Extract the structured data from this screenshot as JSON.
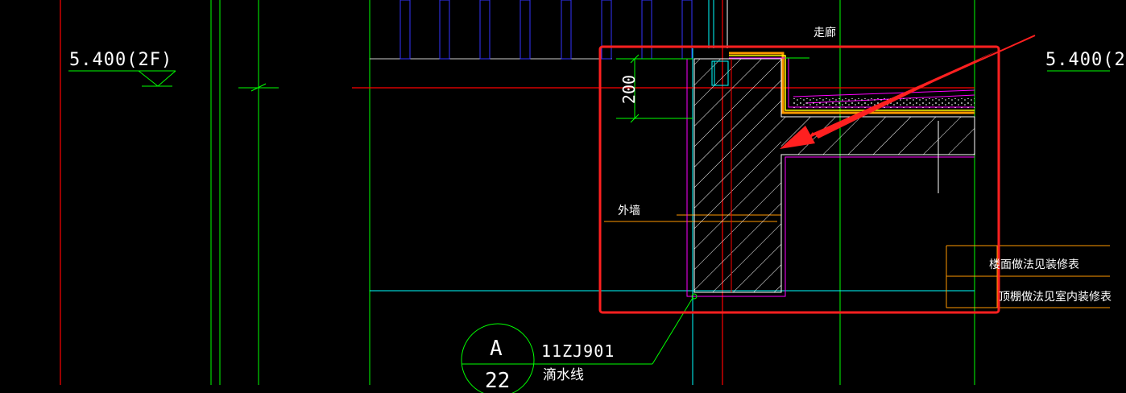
{
  "elevation_left": "5.400(2F)",
  "elevation_right": "5.400(2",
  "label_corridor": "走廊",
  "label_exterior_wall": "外墙",
  "dimension_200": "200",
  "note_floor": "楼面做法见装修表",
  "note_ceiling": "顶棚做法见室内装修表",
  "detail_letter": "A",
  "detail_sheet": "22",
  "detail_atlas": "11ZJ901",
  "detail_label": "滴水线",
  "colors": {
    "background": "#000000",
    "grid_line": "#00ff00",
    "axis_red": "#ff0000",
    "cyan": "#00ffff",
    "white": "#ffffff",
    "magenta": "#ff00ff",
    "orange": "#ff9900",
    "yellow": "#ffff00",
    "blue": "#3333ff",
    "highlight_frame": "#ff2020"
  },
  "icons": [
    "elevation-marker-icon",
    "detail-callout-circle-icon",
    "arrow-annotation-icon"
  ]
}
